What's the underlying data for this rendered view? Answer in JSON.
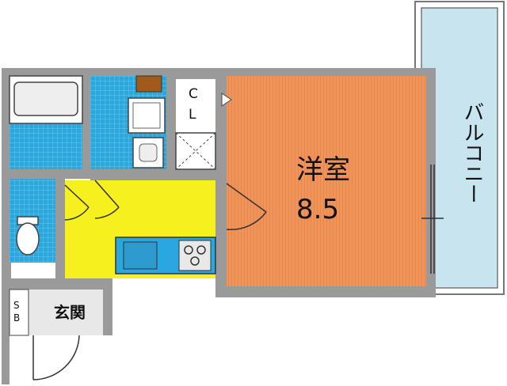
{
  "rooms": {
    "western": {
      "name": "洋室",
      "size": "8.5"
    },
    "closet": {
      "line1": "C",
      "line2": "L"
    },
    "balcony": {
      "label": "バルコニー"
    },
    "entrance": {
      "label": "玄関"
    },
    "shoe_box": {
      "line1": "S",
      "line2": "B"
    }
  },
  "colors": {
    "wall": "#9a9a9a",
    "western_floor": "#f0945a",
    "western_stripe": "#e58550",
    "tile": "#2aa7dd",
    "corridor": "#f5f01e",
    "kitchen_counter": "#29a8e0",
    "balcony": "#c8e4ee",
    "entrance_floor": "#e8e8e8",
    "washing_machine": "#a05a1a"
  }
}
